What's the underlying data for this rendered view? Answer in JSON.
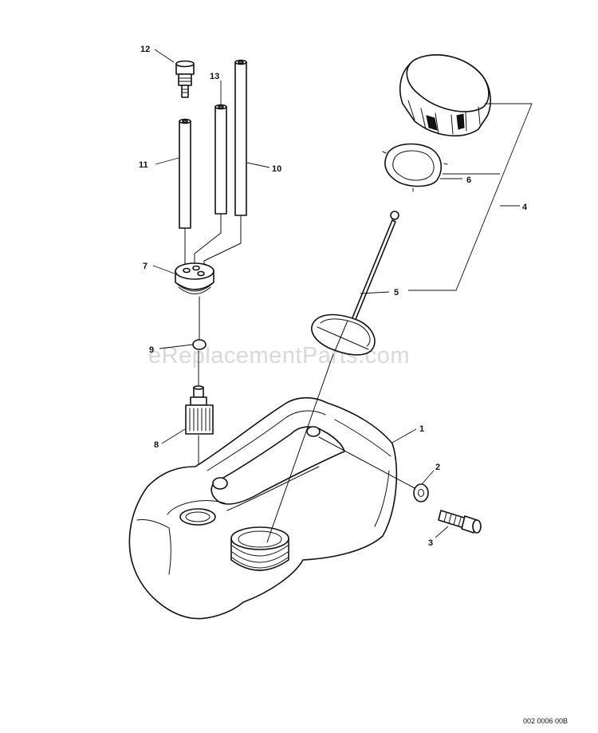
{
  "watermark": "eReplacementParts.com",
  "drawing_code": "002 0006 00B",
  "part_labels": {
    "p1": "1",
    "p2": "2",
    "p3": "3",
    "p4": "4",
    "p5": "5",
    "p6": "6",
    "p7": "7",
    "p8": "8",
    "p9": "9",
    "p10": "10",
    "p11": "11",
    "p12": "12",
    "p13": "13"
  }
}
